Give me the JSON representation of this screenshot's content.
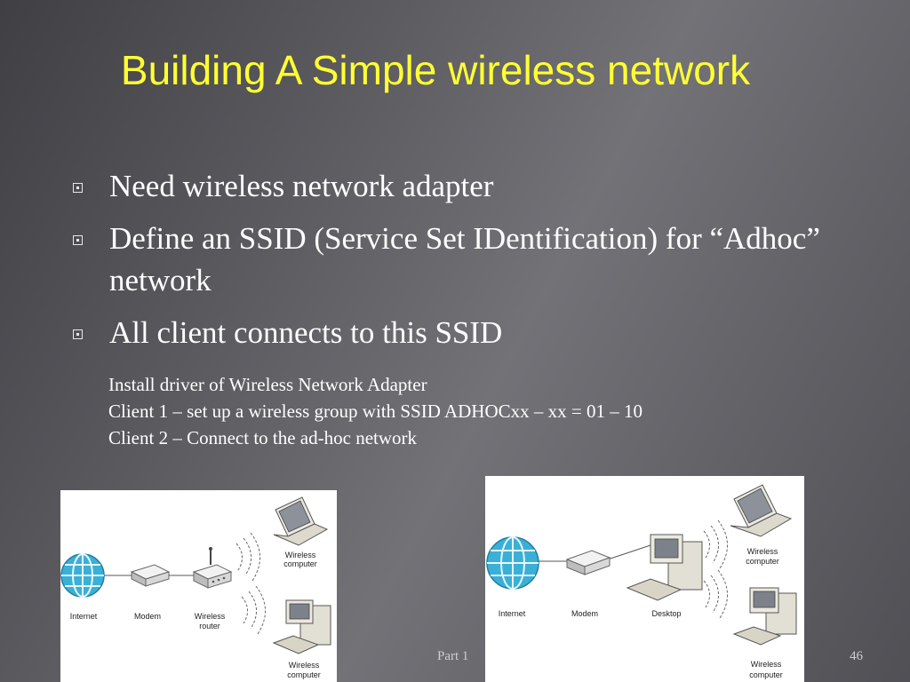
{
  "slide": {
    "title": "Building A Simple wireless network",
    "bullets": [
      "Need wireless network adapter",
      "Define an SSID (Service Set IDentification) for “Adhoc” network",
      "All client connects to this SSID"
    ],
    "notes": [
      "Install driver of Wireless Network Adapter",
      "Client 1 – set up a wireless group with SSID ADHOCxx – xx = 01 – 10",
      "Client 2 – Connect to the ad-hoc network"
    ],
    "footer": {
      "section": "Part 1",
      "page_number": "46"
    }
  },
  "diagram_left": {
    "internet": "Internet",
    "modem": "Modem",
    "router_line1": "Wireless",
    "router_line2": "router",
    "laptop_line1": "Wireless",
    "laptop_line2": "computer",
    "desktop_line1": "Wireless",
    "desktop_line2": "computer"
  },
  "diagram_right": {
    "internet": "Internet",
    "modem": "Modem",
    "desktop": "Desktop",
    "laptop_line1": "Wireless",
    "laptop_line2": "computer",
    "desktop2_line1": "Wireless",
    "desktop2_line2": "computer"
  },
  "colors": {
    "title": "#ffff33",
    "text": "#ffffff",
    "globe": "#3bb0d6"
  }
}
